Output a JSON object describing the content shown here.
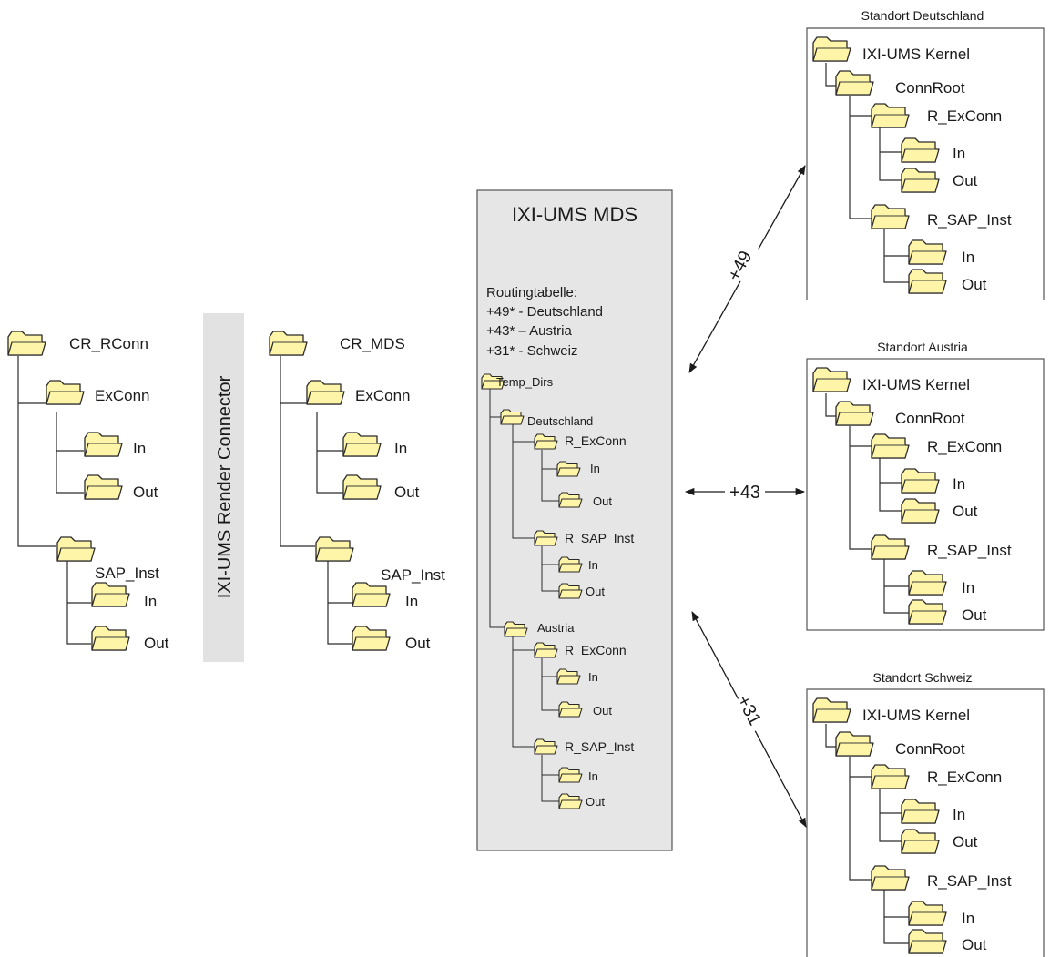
{
  "left_tree": {
    "root": "CR_RConn",
    "exconn": "ExConn",
    "ex_in": "In",
    "ex_out": "Out",
    "sap": "SAP_Inst",
    "sap_in": "In",
    "sap_out": "Out"
  },
  "connector_label": "IXI-UMS Render Connector",
  "middle_tree": {
    "root": "CR_MDS",
    "exconn": "ExConn",
    "ex_in": "In",
    "ex_out": "Out",
    "sap": "SAP_Inst",
    "sap_in": "In",
    "sap_out": "Out"
  },
  "mds": {
    "title": "IXI-UMS MDS",
    "routing_title": "Routingtabelle:",
    "routes": [
      "+49* - Deutschland",
      "+43* – Austria",
      "+31* - Schweiz"
    ],
    "temp": "Temp_Dirs",
    "de": "Deutschland",
    "de_ex": "R_ExConn",
    "de_ex_in": "In",
    "de_ex_out": "Out",
    "de_sap": "R_SAP_Inst",
    "de_sap_in": "In",
    "de_sap_out": "Out",
    "at": "Austria",
    "at_ex": "R_ExConn",
    "at_ex_in": "In",
    "at_ex_out": "Out",
    "at_sap": "R_SAP_Inst",
    "at_sap_in": "In",
    "at_sap_out": "Out"
  },
  "links": {
    "de": "+49",
    "at": "+43",
    "ch": "+31"
  },
  "sites": {
    "de": {
      "title": "Standort Deutschland",
      "kernel": "IXI-UMS Kernel",
      "connroot": "ConnRoot",
      "ex": "R_ExConn",
      "ex_in": "In",
      "ex_out": "Out",
      "sap": "R_SAP_Inst",
      "sap_in": "In",
      "sap_out": "Out"
    },
    "at": {
      "title": "Standort Austria",
      "kernel": "IXI-UMS Kernel",
      "connroot": "ConnRoot",
      "ex": "R_ExConn",
      "ex_in": "In",
      "ex_out": "Out",
      "sap": "R_SAP_Inst",
      "sap_in": "In",
      "sap_out": "Out"
    },
    "ch": {
      "title": "Standort Schweiz",
      "kernel": "IXI-UMS Kernel",
      "connroot": "ConnRoot",
      "ex": "R_ExConn",
      "ex_in": "In",
      "ex_out": "Out",
      "sap": "R_SAP_Inst",
      "sap_in": "In",
      "sap_out": "Out"
    }
  },
  "colors": {
    "folder_fill": "#fff5a8",
    "folder_stroke": "#2b2b2b",
    "panel_fill": "#e6e6e6",
    "line": "#2b2b2b"
  }
}
